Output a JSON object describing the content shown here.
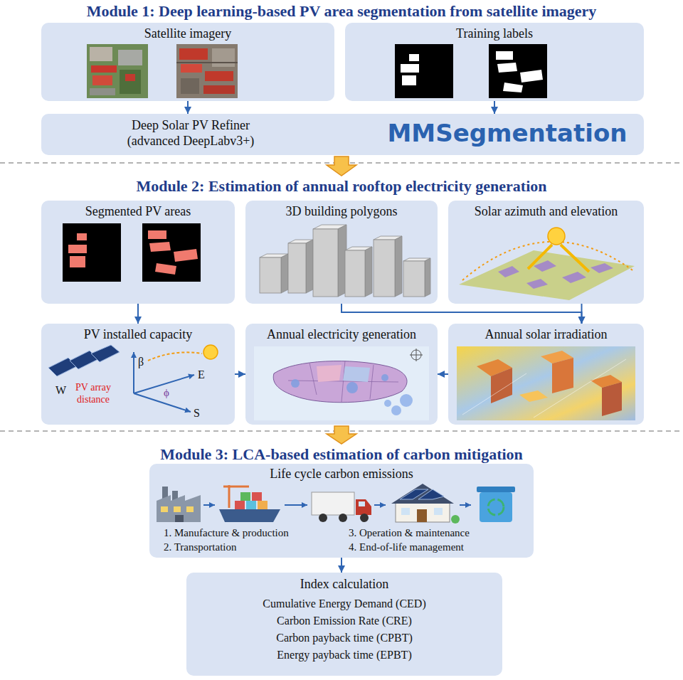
{
  "diagram": {
    "nodes": [
      {
        "text": [
          "Satellite imagery"
        ]
      },
      {
        "text": [
          "Training labels"
        ]
      },
      {
        "text": [
          "Deep Solar PV Refiner (advanced DeepLabv3+)",
          "MMSegmentation"
        ]
      },
      {
        "text": [
          "Segmented PV areas"
        ]
      },
      {
        "text": [
          "3D building polygons"
        ]
      },
      {
        "text": [
          "Solar azimuth and elevation"
        ]
      },
      {
        "text": [
          "PV installed capacity"
        ]
      },
      {
        "text": [
          "Annual electricity generation"
        ]
      },
      {
        "text": [
          "Annual solar irradiation"
        ]
      },
      {
        "text": [
          "Life cycle carbon emissions",
          "1. Manufacture & production",
          "2. Transportation",
          "3. Operation & maintenance",
          "4. End-of-life management"
        ]
      },
      {
        "text": [
          "Index calculation",
          "Cumulative Energy Demand (CED)",
          "Carbon Emission Rate (CRE)",
          "Carbon payback time (CPBT)",
          "Energy payback time (EPBT)"
        ]
      }
    ],
    "edges": [
      {
        "from": 0,
        "to": 2,
        "arrow": "to"
      },
      {
        "from": 1,
        "to": 2,
        "arrow": "to"
      },
      {
        "from": 3,
        "to": 6,
        "arrow": "to"
      },
      {
        "from": 4,
        "to": 8,
        "arrow": "to"
      },
      {
        "from": 5,
        "to": 8,
        "arrow": "to"
      },
      {
        "from": 6,
        "to": 7,
        "arrow": "to"
      },
      {
        "from": 8,
        "to": 7,
        "arrow": "to"
      },
      {
        "from": 9,
        "to": 10,
        "arrow": "to"
      }
    ],
    "labels": [
      "Module 1: Deep learning-based PV area segmentation from satellite imagery",
      "Module 2: Estimation of annual rooftop electricity generation",
      "Module 3: LCA-based estimation of carbon mitigation",
      "β",
      "ϕ",
      "E",
      "W",
      "PV array distance",
      "S"
    ]
  }
}
